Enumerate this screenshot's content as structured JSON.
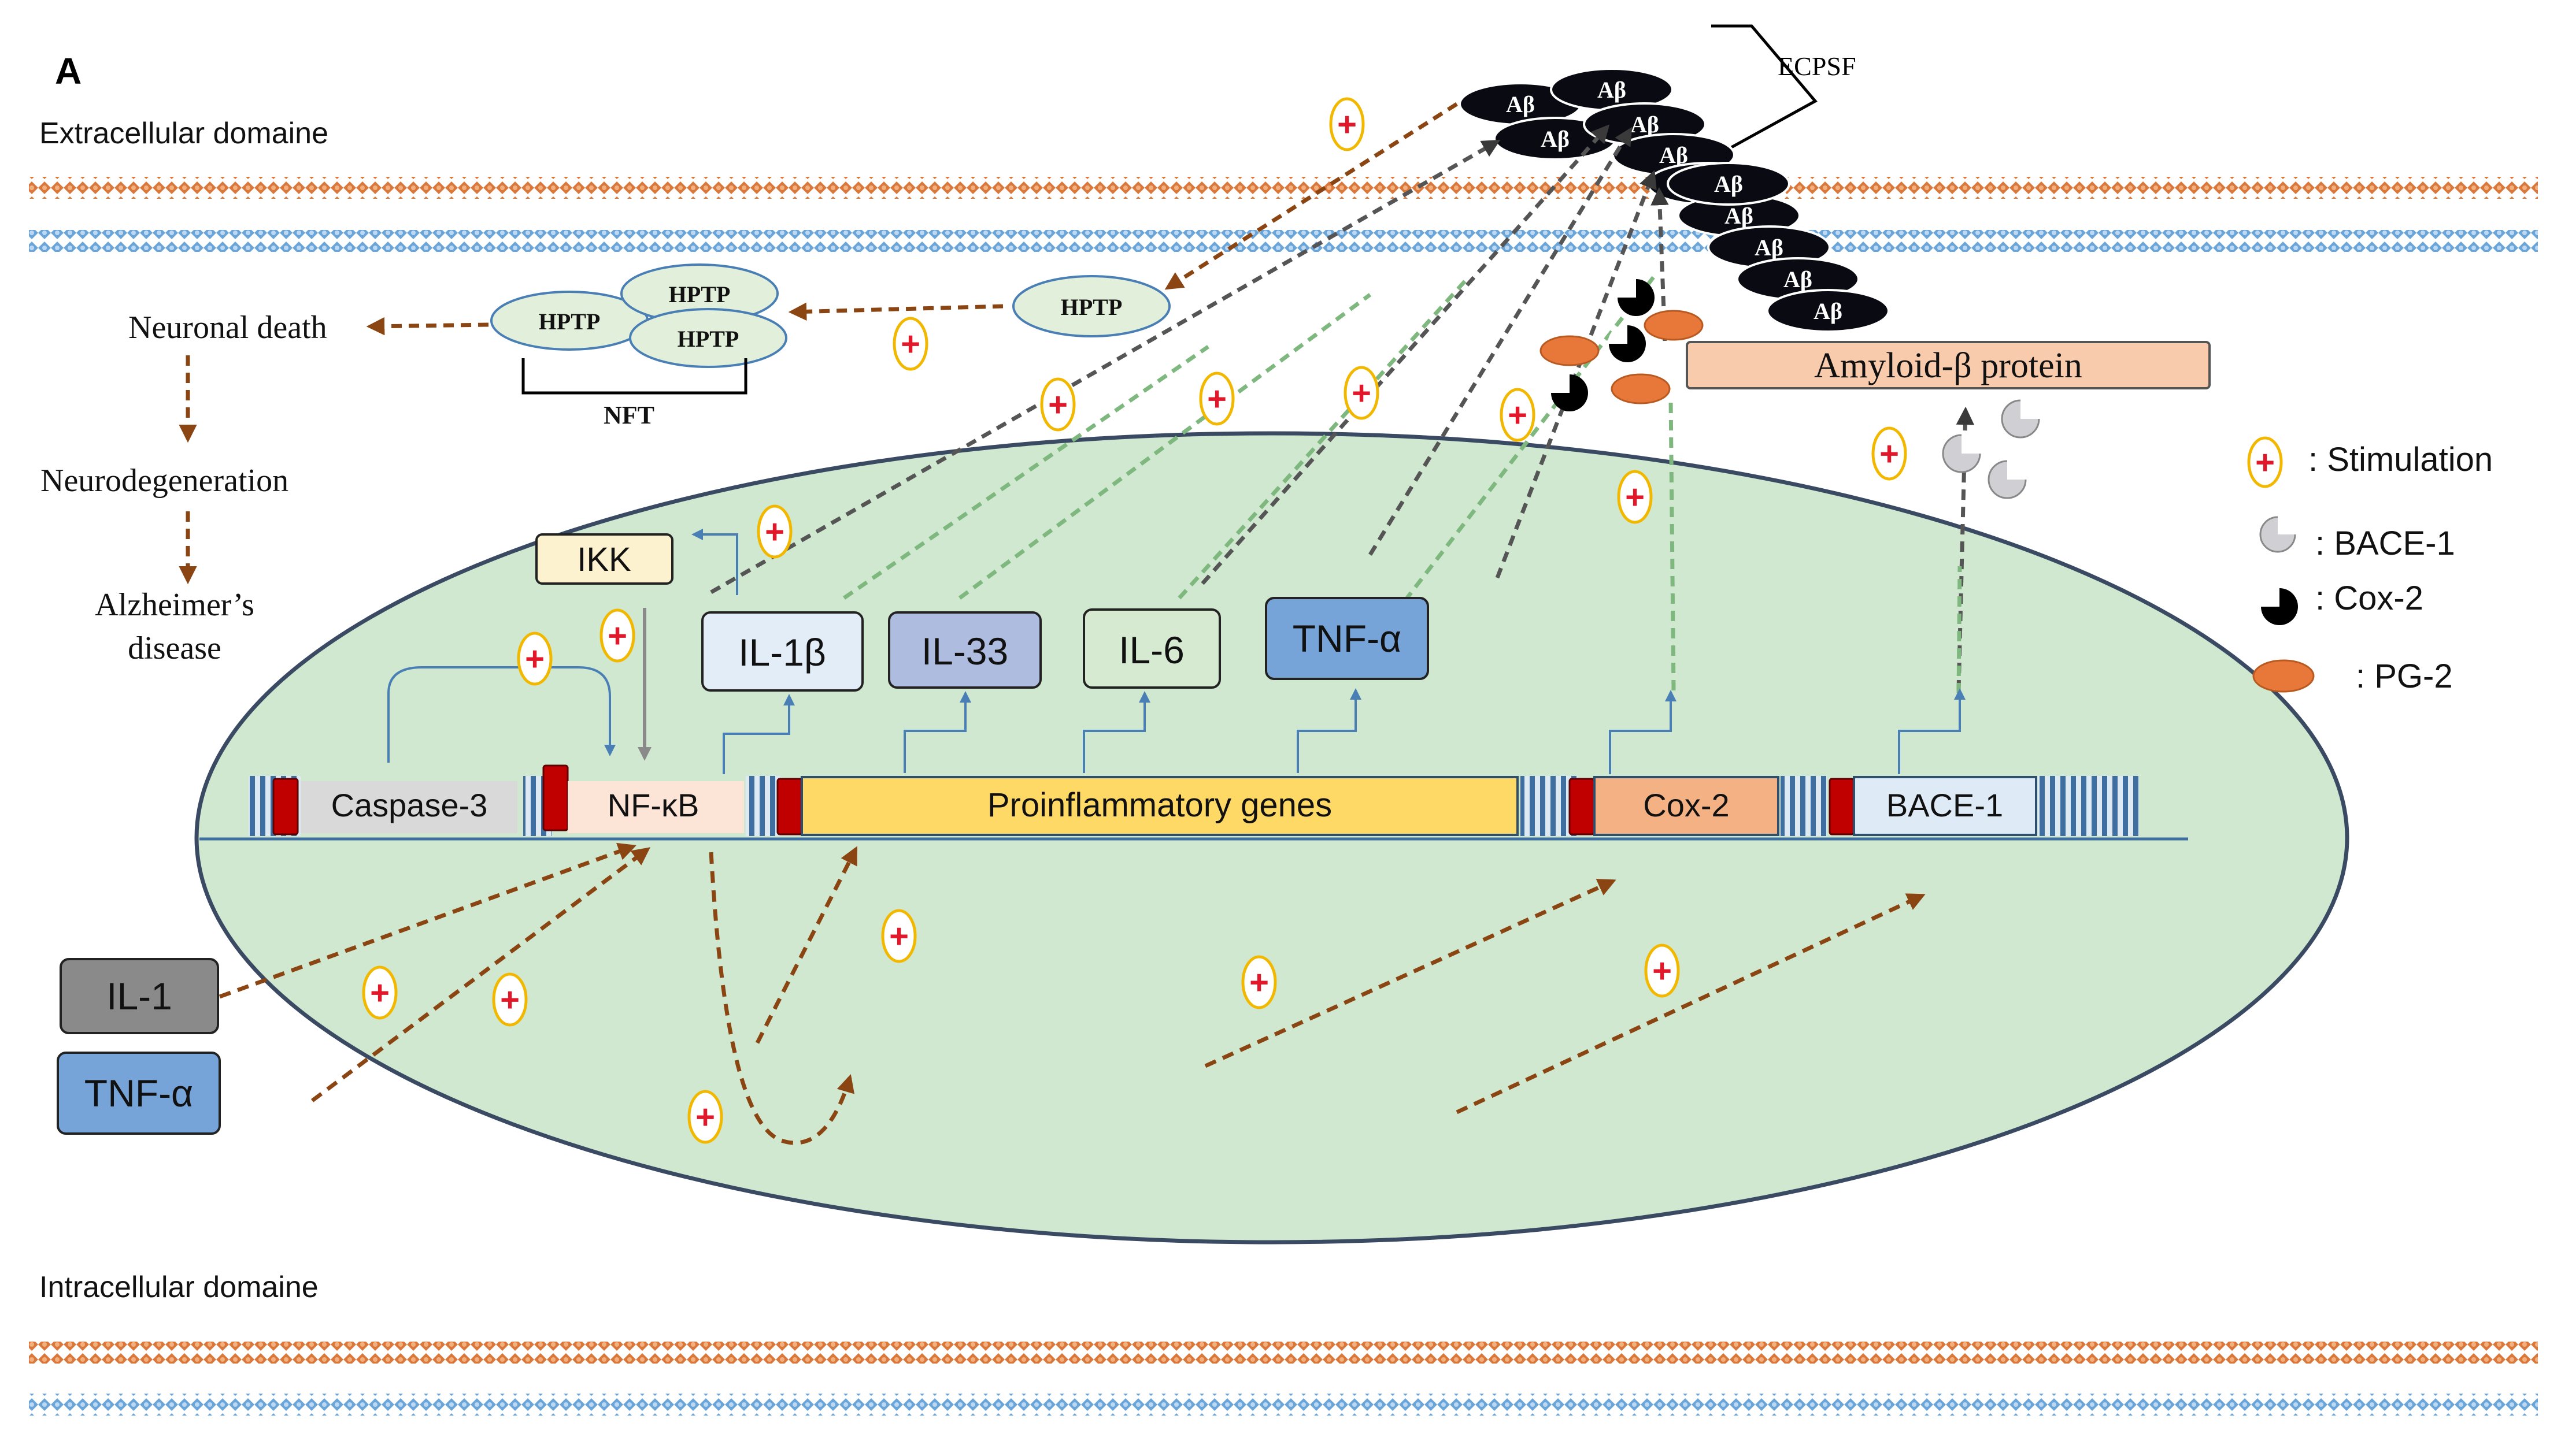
{
  "panel_label": "A",
  "domains": {
    "extracellular": "Extracellular domaine",
    "intracellular": "Intracellular domaine"
  },
  "ecpsf_label": "ECPSF",
  "abeta_label": "Aβ",
  "abeta_count": 11,
  "amyloid_protein": "Amyloid-β protein",
  "hptp_label": "HPTP",
  "nft_label": "NFT",
  "pathway_text": {
    "neuronal_death": "Neuronal death",
    "neurodegeneration": "Neurodegeneration",
    "alzheimers_line1": "Alzheimer’s",
    "alzheimers_line2": "disease"
  },
  "cytokines": {
    "ikk": "IKK",
    "il1b": "IL-1β",
    "il33": "IL-33",
    "il6": "IL-6",
    "tnfa_inner": "TNF-α",
    "il1_outer": "IL-1",
    "tnfa_outer": "TNF-α"
  },
  "genes": {
    "caspase3": "Caspase-3",
    "nfkb": "NF-κB",
    "proinflammatory": "Proinflammatory genes",
    "cox2": "Cox-2",
    "bace1": "BACE-1"
  },
  "legend": {
    "stimulation": ": Stimulation",
    "bace1": ": BACE-1",
    "cox2": ": Cox-2",
    "pg2": ": PG-2"
  },
  "stimulation_symbol": "+",
  "colors": {
    "cell_fill": "#cfe8cf",
    "cell_stroke": "#3b4a63",
    "membrane_orange": "#d9783a",
    "membrane_blue": "#6aa5d9",
    "arrow_brown": "#8b4513",
    "arrow_green": "#7fb87f",
    "arrow_dark": "#555555",
    "abeta_fill": "#0a0a12",
    "plus_red": "#e0182a",
    "plus_ring": "#f2b800",
    "pg2_orange": "#e8773a",
    "ikk_fill": "#fdf2cf",
    "il1b_fill": "#e2edf7",
    "il33_fill": "#aebcdf",
    "il6_fill": "#d5ead0",
    "tnfa_fill": "#77a4d8",
    "il1_fill": "#8a8a8a",
    "caspase_fill": "#d9d9d9",
    "nfkb_fill": "#fce4d6",
    "proinflammatory_fill": "#ffd966",
    "cox2_fill": "#f4b183",
    "bace_fill": "#deebf7",
    "amyloid_fill": "#f8cbad",
    "hptp_fill": "#e2efda"
  }
}
